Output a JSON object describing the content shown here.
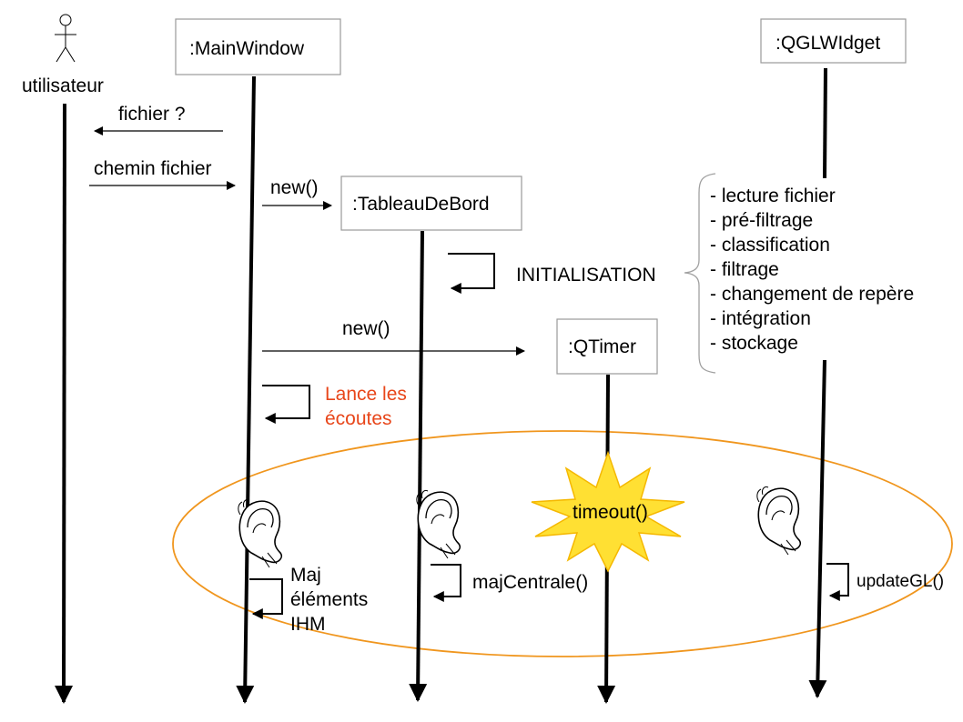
{
  "actor": {
    "label": "utilisateur"
  },
  "objects": {
    "main_window": ":MainWindow",
    "qgl_widget": ":QGLWIdget",
    "tableau_de_bord": ":TableauDeBord",
    "qtimer": ":QTimer"
  },
  "messages": {
    "fichier_question": "fichier ?",
    "chemin_fichier": "chemin fichier",
    "new_tableau": "new()",
    "new_qtimer": "new()",
    "initialisation": "INITIALISATION",
    "lance_les": "Lance les",
    "ecoutes": "écoutes",
    "timeout": "timeout()",
    "maj_line1": "Maj",
    "maj_line2": "éléments",
    "maj_line3": "IHM",
    "maj_centrale": "majCentrale()",
    "update_gl": "updateGL()"
  },
  "init_steps": [
    "- lecture fichier",
    "- pré-filtrage",
    "- classification",
    "- filtrage",
    "- changement de repère",
    "- intégration",
    "- stockage"
  ],
  "colors": {
    "ellipse": "#f0961e",
    "starburst_fill": "#ffe033",
    "starburst_stroke": "#f5b800",
    "listen_text": "#e8461a"
  },
  "icons": [
    "stick-figure-icon",
    "listening-ear-icon",
    "starburst-icon"
  ]
}
